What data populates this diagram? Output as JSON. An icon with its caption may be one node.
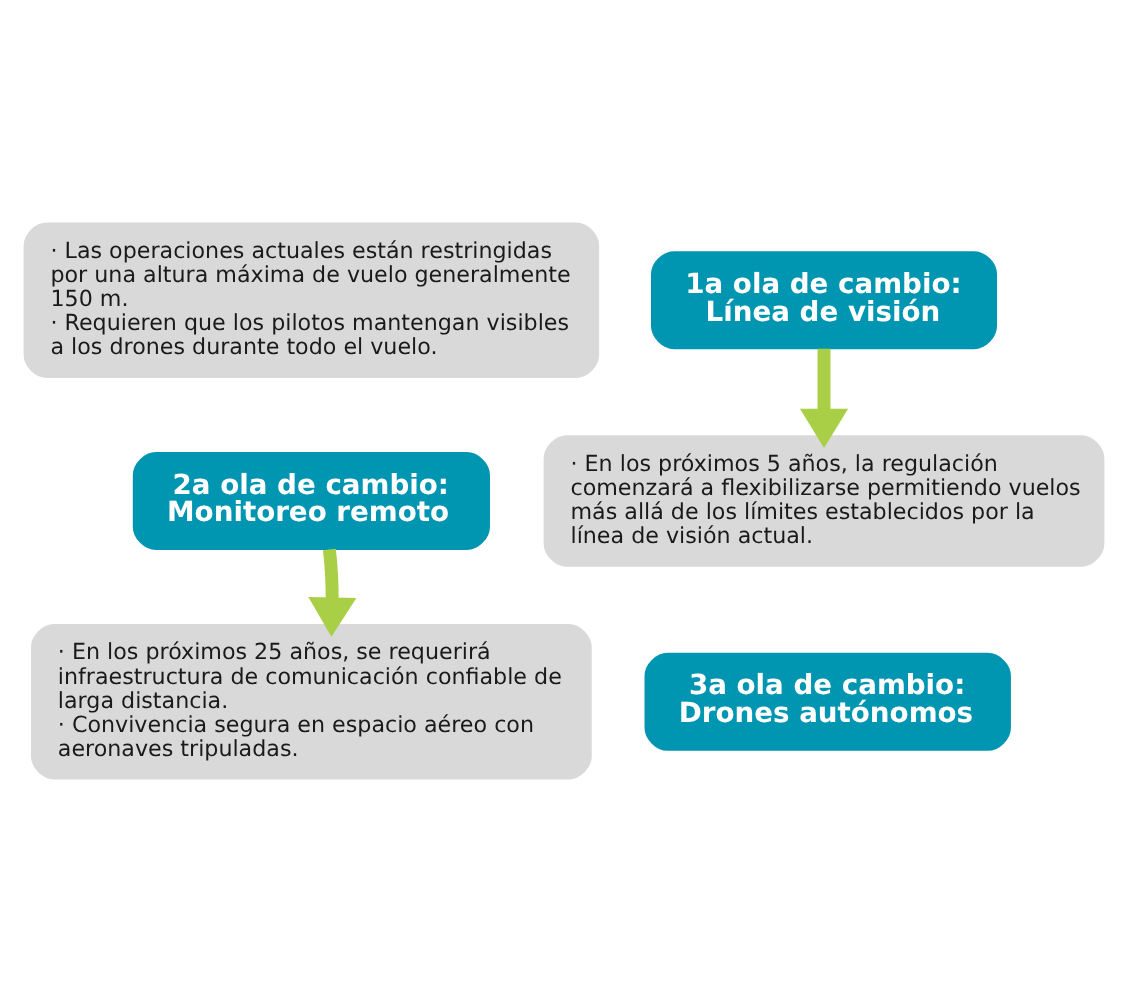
{
  "diagram": {
    "nodes": [
      {
        "text": [
          "· Las operaciones actuales están restringidas por una altura máxima de vuelo generalmente 150 m.",
          "· Requieren que los pilotos mantengan visibles a los drones durante todo el vuelo."
        ]
      },
      {
        "text": [
          "1a ola de cambio: Línea de visión"
        ]
      },
      {
        "text": [
          "· En los próximos 5 años, la regulación comenzará a flexibilizarse permitiendo vuelos más allá de los límites establecidos por la línea de visión actual."
        ]
      },
      {
        "text": [
          "2a ola de cambio: Monitoreo remoto"
        ]
      },
      {
        "text": [
          "· En los próximos 25 años, se requerirá infraestructura de comunicación confiable de larga distancia.",
          "· Convivencia segura en espacio aéreo con aeronaves tripuladas."
        ]
      },
      {
        "text": [
          "3a ola de cambio: Drones autónomos"
        ]
      }
    ],
    "edges": [
      {
        "from": 1,
        "to": 2,
        "arrow": "to"
      },
      {
        "from": 3,
        "to": 4,
        "arrow": "to"
      }
    ]
  }
}
